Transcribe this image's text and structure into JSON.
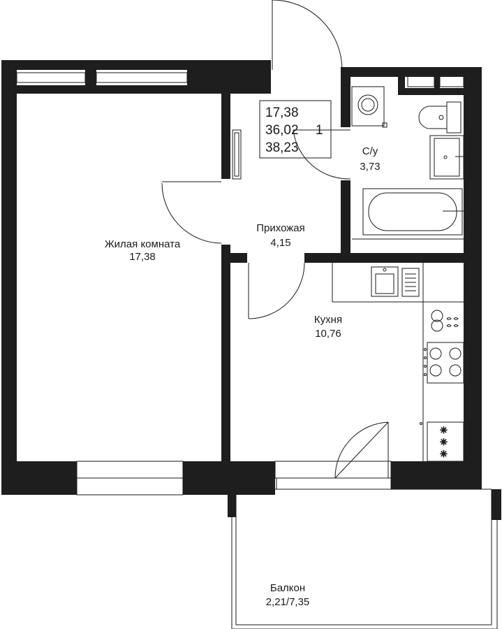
{
  "summary": {
    "living_area": "17,38",
    "total_area": "36,02",
    "total_area_with_balcony": "38,23",
    "rooms_count": "1"
  },
  "rooms": {
    "living": {
      "name": "Жилая комната",
      "area": "17,38"
    },
    "hallway": {
      "name": "Прихожая",
      "area": "4,15"
    },
    "bathroom": {
      "name": "С/у",
      "area": "3,73"
    },
    "kitchen": {
      "name": "Кухня",
      "area": "10,76"
    },
    "balcony": {
      "name": "Балкон",
      "area": "2,21/7,35"
    }
  },
  "colors": {
    "wall": "#1e1e1e",
    "line": "#1a1a1a",
    "background": "#ffffff"
  }
}
